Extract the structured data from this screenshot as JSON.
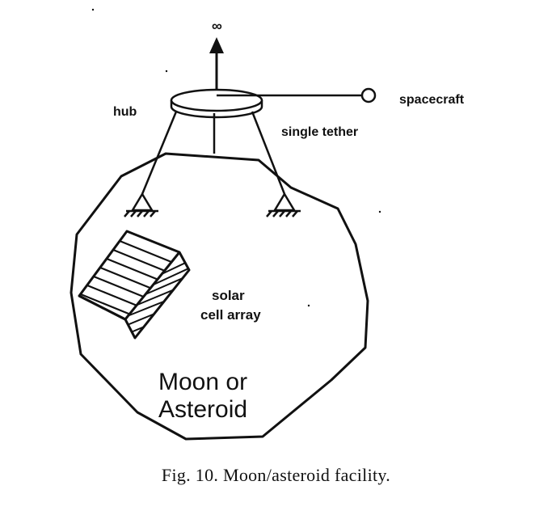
{
  "diagram": {
    "labels": {
      "infinity": "∞",
      "hub": "hub",
      "spacecraft": "spacecraft",
      "single_tether": "single tether",
      "solar_cell_array_line1": "solar",
      "solar_cell_array_line2": "cell array",
      "body_line1": "Moon or",
      "body_line2": "Asteroid"
    },
    "caption": "Fig. 10. Moon/asteroid facility."
  },
  "colors": {
    "ink": "#111111",
    "background": "#ffffff"
  }
}
